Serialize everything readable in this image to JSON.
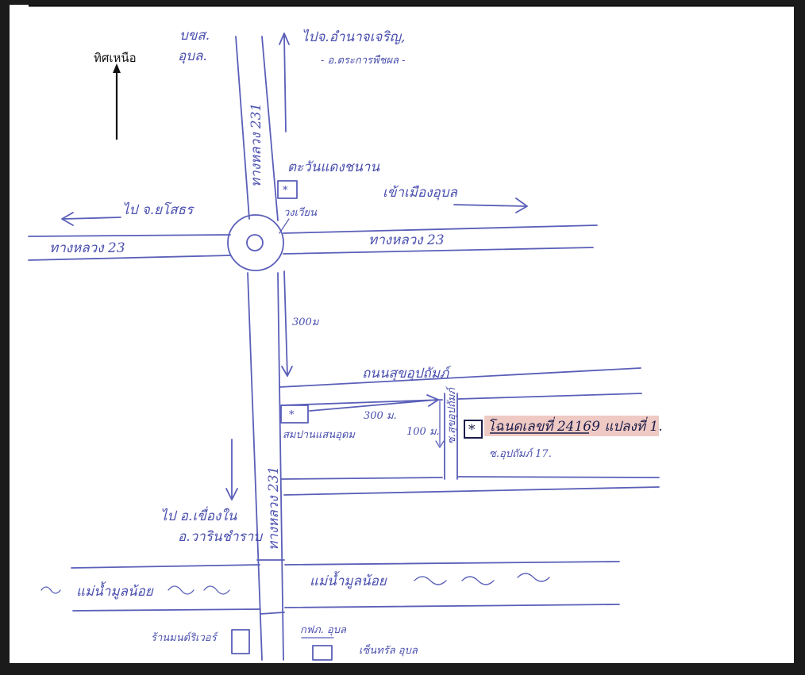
{
  "north_label": "ทิศเหนือ",
  "labels": {
    "company_top": "บขส.",
    "company_top_2": "อุบล.",
    "to_amnat": "ไปจ.อำนาจเจริญ,",
    "to_trakan": "- อ.ตระการพืชผล -",
    "shop_north": "ตะวันแดงชนาน",
    "to_city": "เข้าเมืองอุบล",
    "to_yasothon": "ไป จ.ยโสธร",
    "roundabout": "วงเวียน",
    "highway_23_left": "ทางหลวง 23",
    "highway_23_right": "ทางหลวง 23",
    "highway_231_top": "ทางหลวง 231",
    "highway_231_bottom": "ทางหลวง 231",
    "dist_300_vertical": "300ม",
    "road_soi": "ถนนสุขอุปถัมภ์",
    "shop_south": "สมปานแสนอุดม",
    "dist_300_horizontal": "300 ม.",
    "dist_100": "100 ม.",
    "soi_vertical": "ซ.สุขอุปถัมภ์",
    "destination": "โฉนดเลขที่ 24169 แปลงที่ 1.",
    "destination_sub": "ซ.อุปถัมภ์ 17.",
    "to_khueang": "ไป อ.เขื่องใน",
    "to_warin": "อ.วารินชำราบ",
    "river_left": "แม่น้ำมูลน้อย",
    "river_right": "แม่น้ำมูลน้อย",
    "shop_river": "ร้านมนต์ริเวอร์",
    "bank": "กฟภ. อุบล",
    "mall": "เซ็นทรัล อุบล"
  },
  "colors": {
    "ink": "#5a5fb8",
    "highlight": "#e9b8b0"
  }
}
